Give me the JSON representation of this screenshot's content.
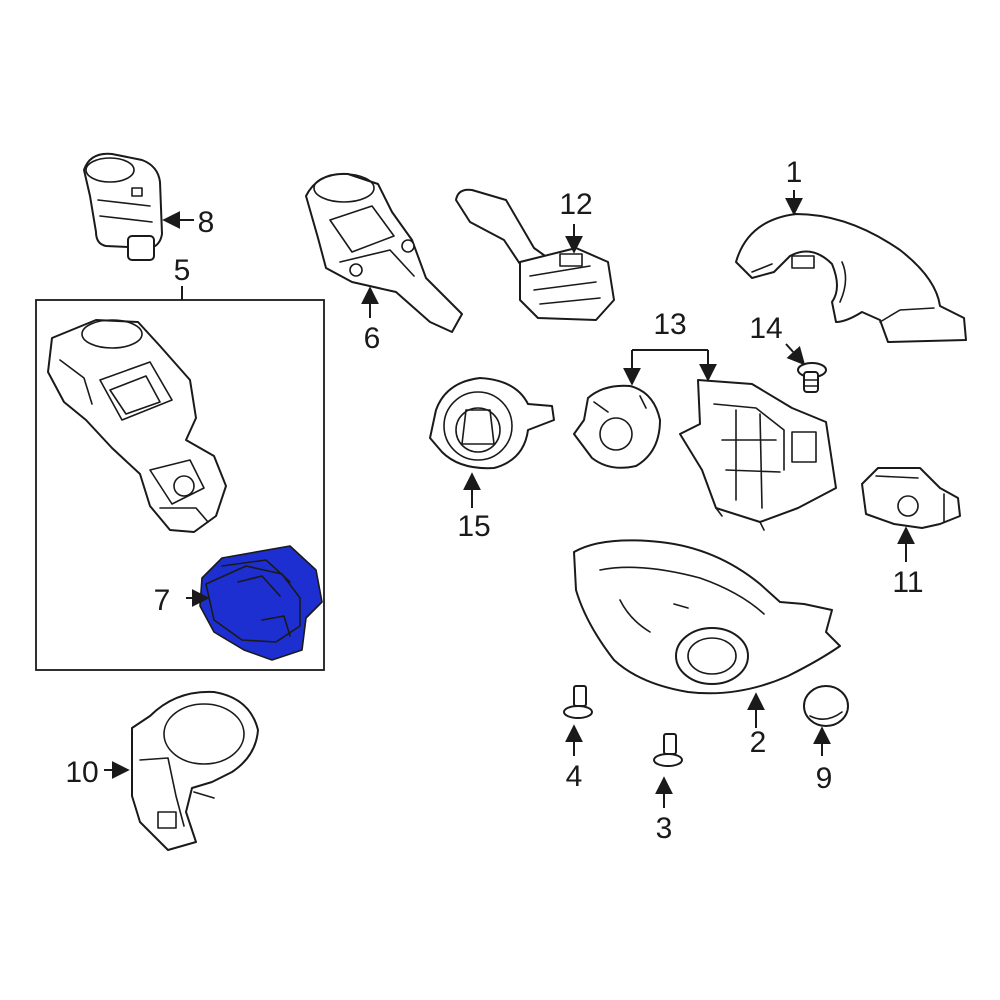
{
  "callouts": {
    "c1": "1",
    "c2": "2",
    "c3": "3",
    "c4": "4",
    "c5": "5",
    "c6": "6",
    "c7": "7",
    "c8": "8",
    "c9": "9",
    "c10": "10",
    "c11": "11",
    "c12": "12",
    "c13": "13",
    "c14": "14",
    "c15": "15"
  },
  "highlighted_part": "7",
  "colors": {
    "highlight_fill": "#1d2fd0",
    "line": "#1a1a1a",
    "background": "#ffffff"
  }
}
